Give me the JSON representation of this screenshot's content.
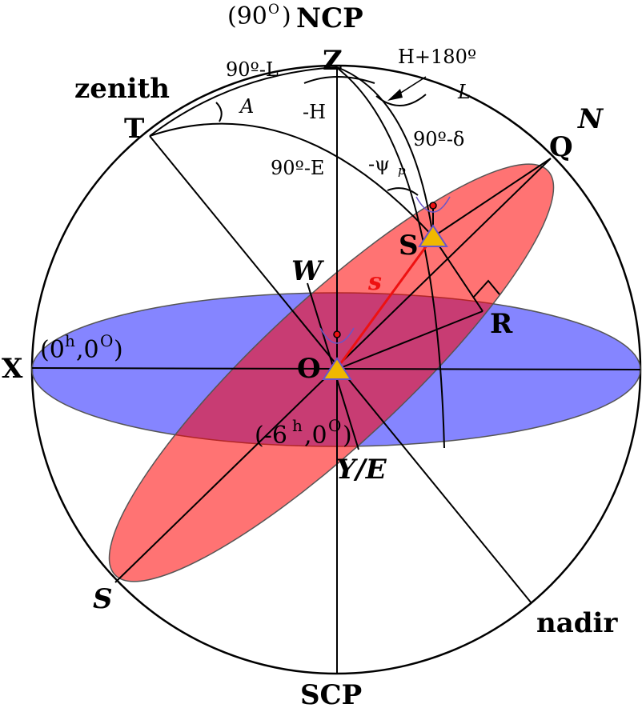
{
  "colors": {
    "equatorial_plane": "#ff0000",
    "horizon_plane": "#3333ff",
    "observer_triangle": "#f0b800",
    "observer_outline": "#6a55c8",
    "baseline": "#ee1111"
  },
  "labels": {
    "ncp_prefix": "(90",
    "ncp_sup": "O",
    "ncp_suffix": ")",
    "ncp": "NCP",
    "scp": "SCP",
    "z": "Z",
    "zenith": "zenith",
    "nadir": "nadir",
    "t": "T",
    "q": "Q",
    "n": "N",
    "s_pole": "S",
    "s_station": "S",
    "r": "R",
    "o": "O",
    "x": "X",
    "w": "W",
    "y_e": "Y/E",
    "baseline": "s",
    "h180": "H+180º",
    "l": "L",
    "lat_comp": "90º-L",
    "a": "A",
    "minus_h": "-H",
    "dec_comp": "90º-δ",
    "elev_comp": "90º-E",
    "psi": "-ψ",
    "psi_sub": "p",
    "x_coord_a": "(0",
    "x_coord_sup": "h",
    "x_coord_b": ",0",
    "x_coord_sup2": "O",
    "x_coord_c": ")",
    "y_coord_a": "(-6",
    "y_coord_sup": "h",
    "y_coord_b": ",0",
    "y_coord_sup2": "O",
    "y_coord_c": ")"
  }
}
